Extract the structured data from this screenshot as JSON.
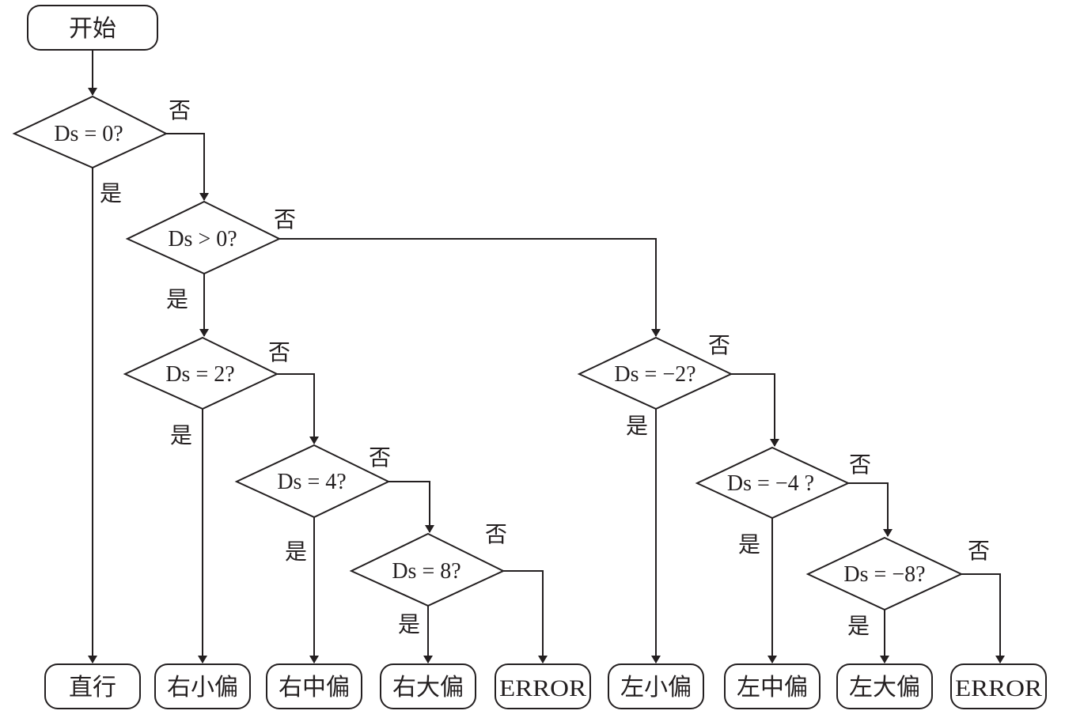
{
  "nodes": {
    "start": "开始",
    "d1": "Ds = 0?",
    "d2": "Ds > 0?",
    "d3": "Ds = 2?",
    "d4": "Ds = 4?",
    "d5": "Ds = 8?",
    "d6": "Ds = −2?",
    "d7": "Ds = −4 ?",
    "d8": "Ds = −8?",
    "r1": "直行",
    "r2": "右小偏",
    "r3": "右中偏",
    "r4": "右大偏",
    "r5": "ERROR",
    "r6": "左小偏",
    "r7": "左中偏",
    "r8": "左大偏",
    "r9": "ERROR"
  },
  "edge_labels": {
    "yes": "是",
    "no": "否"
  },
  "colors": {
    "stroke": "#231f20",
    "fill": "#ffffff"
  }
}
